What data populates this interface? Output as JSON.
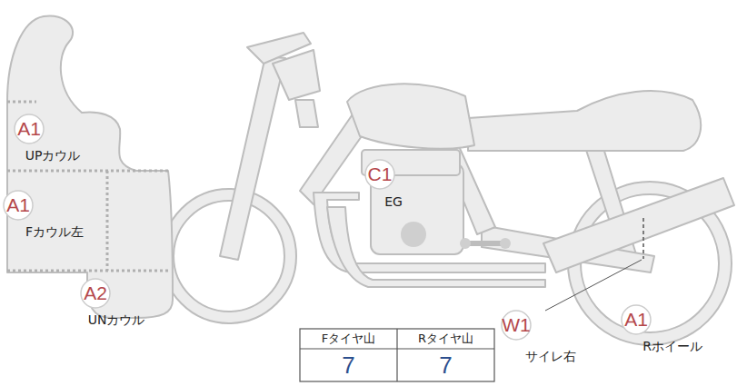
{
  "diagram": {
    "nodes": [
      {
        "text": [
          "A1",
          "UPカウル"
        ]
      },
      {
        "text": [
          "A1",
          "Fカウル左"
        ]
      },
      {
        "text": [
          "A2",
          "UNカウル"
        ]
      },
      {
        "text": [
          "C1",
          "EG"
        ]
      },
      {
        "text": [
          "W1",
          "サイレ右"
        ]
      },
      {
        "text": [
          "A1",
          "Rホイール"
        ]
      }
    ],
    "labels": [
      "Fタイヤ山",
      "Rタイヤ山",
      "7",
      "7"
    ]
  }
}
